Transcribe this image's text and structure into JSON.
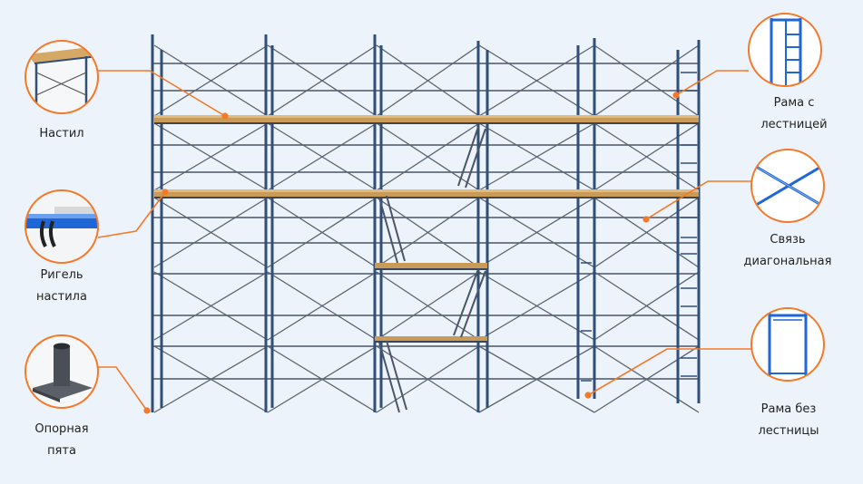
{
  "colors": {
    "accent": "#f47a2a",
    "frame": "#2f4e7a",
    "brace": "#5a6472",
    "deck": "#c99a58",
    "background": "#edf3fb"
  },
  "callouts": [
    {
      "id": "nastil",
      "label_lines": [
        "Настил"
      ],
      "icon": "wooden-deck-icon"
    },
    {
      "id": "rigel",
      "label_lines": [
        "Ригель",
        "настила"
      ],
      "icon": "deck-beam-icon"
    },
    {
      "id": "pyata",
      "label_lines": [
        "Опорная",
        "пята"
      ],
      "icon": "base-plate-icon"
    },
    {
      "id": "rama-lestn",
      "label_lines": [
        "Рама с",
        "лестницей"
      ],
      "icon": "ladder-frame-icon"
    },
    {
      "id": "svyaz",
      "label_lines": [
        "Связь",
        "диагональная"
      ],
      "icon": "diagonal-brace-icon"
    },
    {
      "id": "rama-bez",
      "label_lines": [
        "Рама без",
        "лестницы"
      ],
      "icon": "plain-frame-icon"
    }
  ]
}
